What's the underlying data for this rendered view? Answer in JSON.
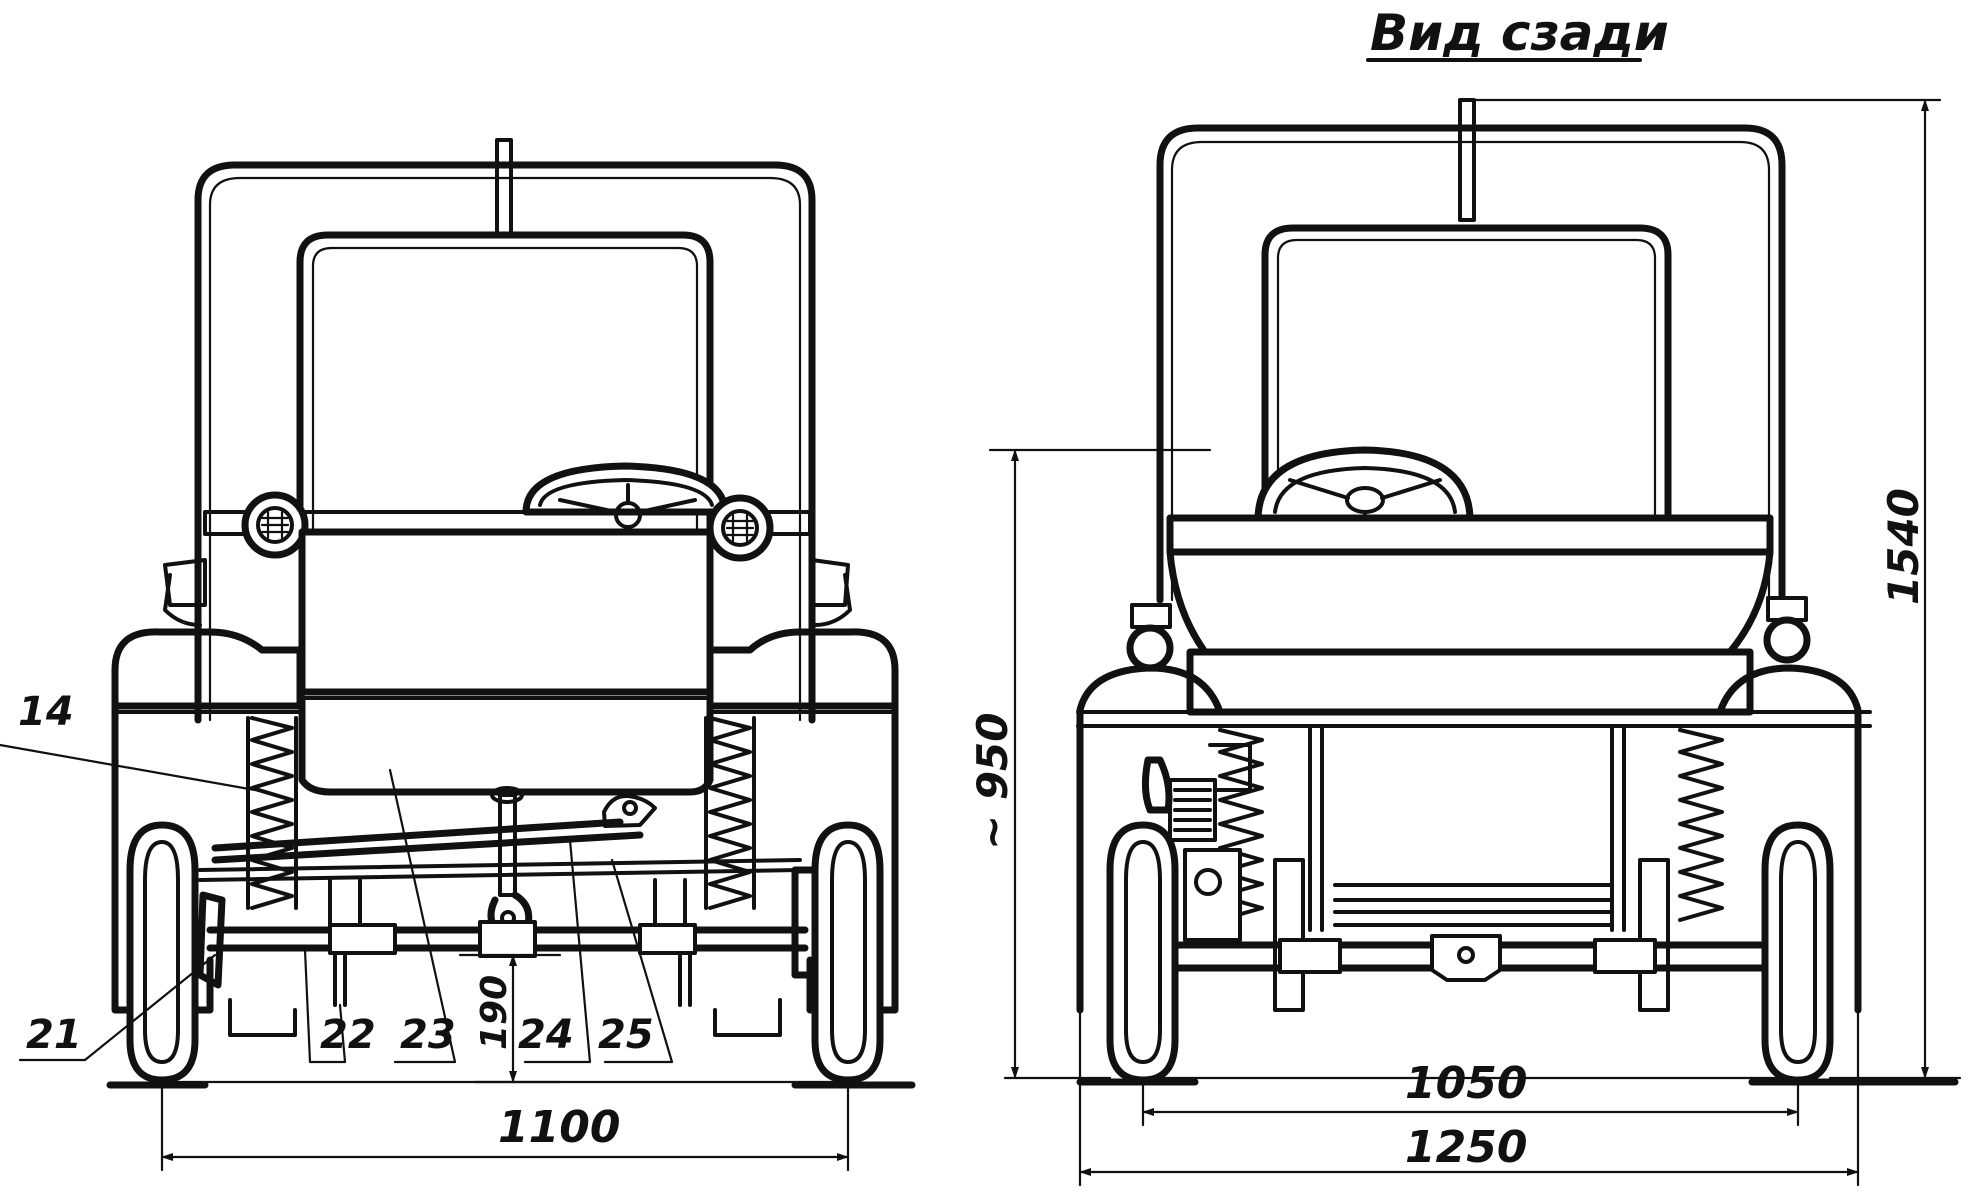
{
  "view_title": "Вид сзади",
  "callouts": {
    "c14": "14",
    "c21": "21",
    "c22": "22",
    "c23": "23",
    "c24": "24",
    "c25": "25"
  },
  "dimensions": {
    "front_track": "1100",
    "ground_clearance": "190",
    "rear_track": "1050",
    "overall_width": "1250",
    "body_height": "~ 950",
    "overall_height": "1540"
  }
}
